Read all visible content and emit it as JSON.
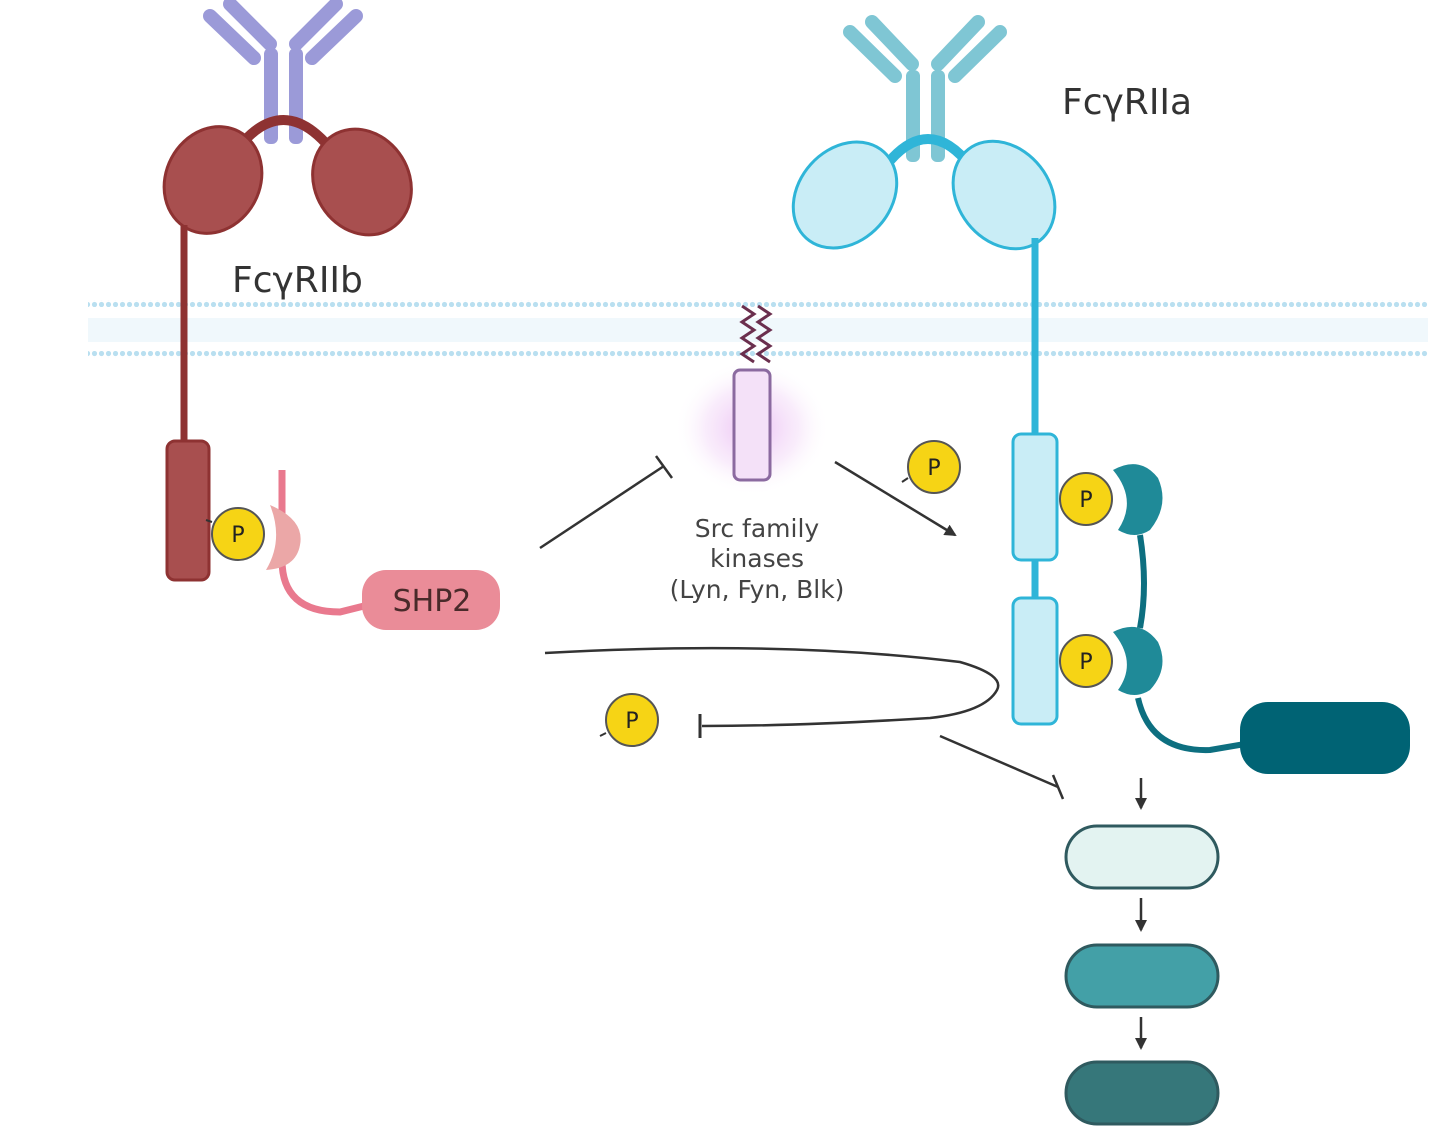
{
  "labels": {
    "receptor_inhibitory": "FcγRIIb",
    "receptor_activating": "FcγRIIa",
    "phosphatase": "SHP2",
    "kinase_line1": "Src family",
    "kinase_line2": "kinases",
    "kinase_line3": "(Lyn, Fyn, Blk)",
    "phospho": "P"
  },
  "colors": {
    "inhibitory_receptor": "#a84f4f",
    "inhibitory_stroke": "#8e3232",
    "antibody_left": "#9b9ad8",
    "antibody_right": "#7fc6d4",
    "activating_receptor": "#c9edf6",
    "activating_stroke": "#2fb5d8",
    "shp2": "#ea8c98",
    "kinase": "#f1dcf5",
    "syk": "#1f8a98",
    "syk_dark": "#006374",
    "phospho_fill": "#f6d415",
    "membrane": "#b7dff0",
    "cascade_1": "#e3f3f1",
    "cascade_2": "#43a0a7",
    "cascade_3": "#36777a"
  }
}
